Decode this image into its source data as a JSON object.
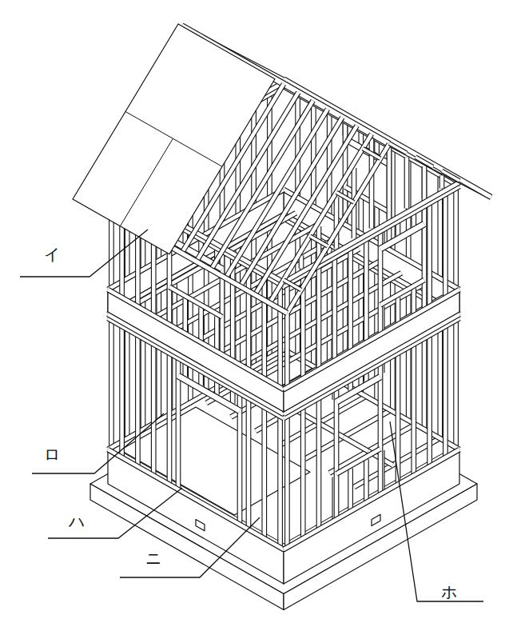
{
  "diagram": {
    "labels": [
      "イ",
      "ロ",
      "ハ",
      "ニ",
      "ホ"
    ]
  }
}
